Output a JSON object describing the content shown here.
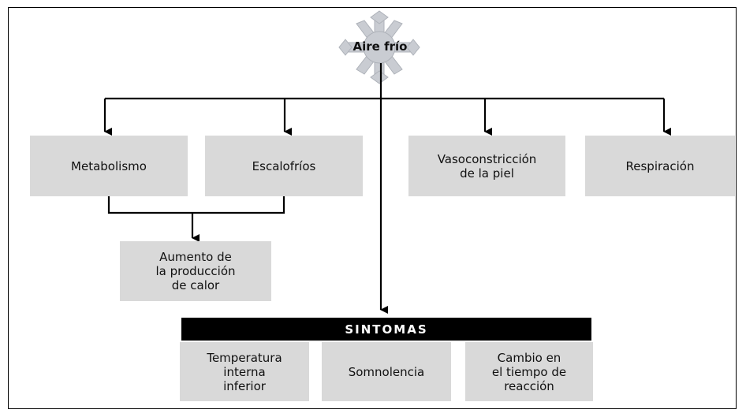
{
  "root": {
    "label": "Aire frío"
  },
  "effects": [
    {
      "label": "Metabolismo"
    },
    {
      "label": "Escalofríos"
    },
    {
      "label": "Vasoconstricción\nde la piel"
    },
    {
      "label": "Respiración"
    }
  ],
  "result": {
    "label": "Aumento de\nla producción\nde calor"
  },
  "symptoms": {
    "header": "SINTOMAS",
    "items": [
      {
        "label": "Temperatura\ninterna\ninferior"
      },
      {
        "label": "Somnolencia"
      },
      {
        "label": "Cambio en\nel tiempo de\nreacción"
      }
    ]
  },
  "colors": {
    "box": "#d9d9d9",
    "line": "#000000",
    "snowflake": "#c9ccd2"
  }
}
